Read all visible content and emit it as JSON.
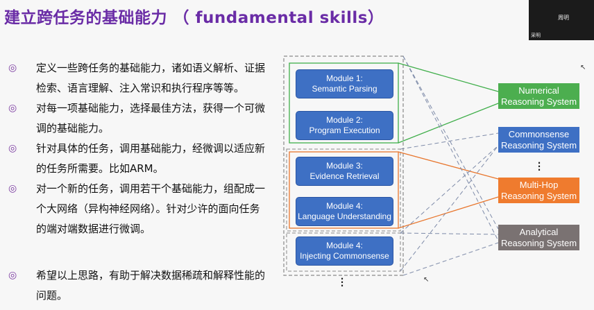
{
  "slide": {
    "title": "建立跨任务的基础能力 （ fundamental skills）",
    "bullet_mark": "◎",
    "bullets": [
      "定义一些跨任务的基础能力，诸如语义解析、证据检索、语言理解、注入常识和执行程序等等。",
      "对每一项基础能力，选择最佳方法，获得一个可微调的基础能力。",
      "针对具体的任务，调用基础能力，经微调以适应新的任务所需要。比如ARM。",
      "对一个新的任务，调用若干个基础能力，组配成一个大网络（异构神经网络）。针对少许的面向任务的端对端数据进行微调。",
      "希望以上思路，有助于解决数据稀疏和解释性能的问题。"
    ]
  },
  "diagram": {
    "modules": [
      {
        "line1": "Module 1:",
        "line2": "Semantic Parsing"
      },
      {
        "line1": "Module 2:",
        "line2": "Program Execution"
      },
      {
        "line1": "Module 3:",
        "line2": "Evidence Retrieval"
      },
      {
        "line1": "Module 4:",
        "line2": "Language Understanding"
      },
      {
        "line1": "Module 4:",
        "line2": "Injecting Commonsense"
      }
    ],
    "systems": [
      {
        "line1": "Numerical",
        "line2": "Reasoning System",
        "color": "#4cae4f"
      },
      {
        "line1": "Commonsense",
        "line2": "Reasoning System",
        "color": "#3e70c4"
      },
      {
        "line1": "Multi-Hop",
        "line2": "Reasoning System",
        "color": "#ef7b2e"
      },
      {
        "line1": "Analytical",
        "line2": "Reasoning System",
        "color": "#7a7272"
      }
    ],
    "colors": {
      "green_link": "#3fae4a",
      "orange_link": "#e8762d",
      "dashed_link": "#7d8aa8",
      "outer_border": "#888888"
    }
  },
  "video": {
    "participant_name": "周明",
    "tile_label": "采明"
  }
}
